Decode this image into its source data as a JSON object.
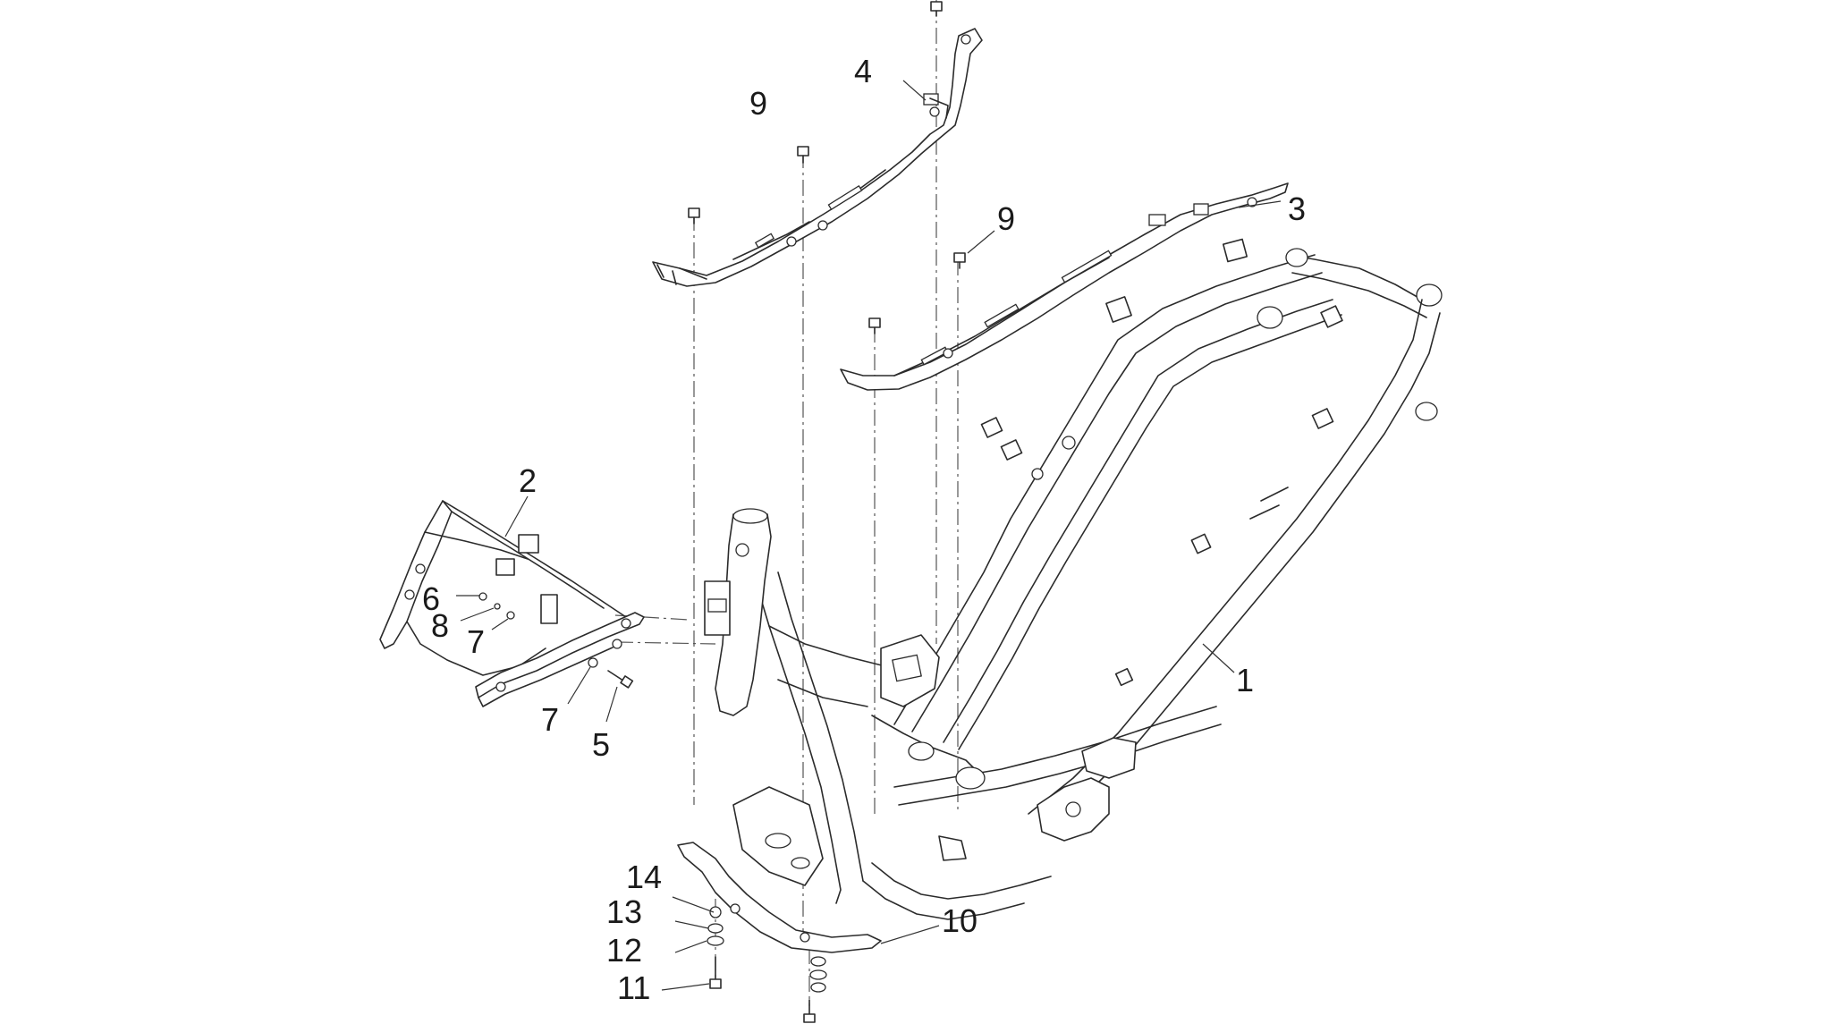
{
  "diagram": {
    "callouts": [
      {
        "id": "c1",
        "label": "1"
      },
      {
        "id": "c2",
        "label": "2"
      },
      {
        "id": "c3",
        "label": "3"
      },
      {
        "id": "c4",
        "label": "4"
      },
      {
        "id": "c5",
        "label": "5"
      },
      {
        "id": "c6",
        "label": "6"
      },
      {
        "id": "c7a",
        "label": "7"
      },
      {
        "id": "c7b",
        "label": "7"
      },
      {
        "id": "c8",
        "label": "8"
      },
      {
        "id": "c9a",
        "label": "9"
      },
      {
        "id": "c9b",
        "label": "9"
      },
      {
        "id": "c10",
        "label": "10"
      },
      {
        "id": "c11",
        "label": "11"
      },
      {
        "id": "c12",
        "label": "12"
      },
      {
        "id": "c13",
        "label": "13"
      },
      {
        "id": "c14",
        "label": "14"
      }
    ]
  }
}
